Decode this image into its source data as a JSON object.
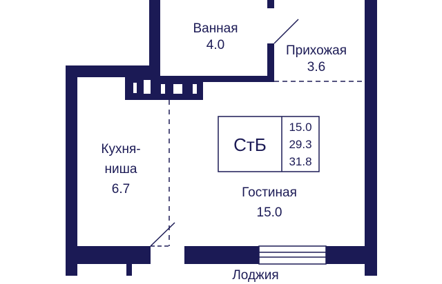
{
  "colors": {
    "wall": "#1b1a55",
    "background": "#ffffff"
  },
  "rooms": [
    {
      "name": "Ванная",
      "area": "4.0"
    },
    {
      "name": "Прихожая",
      "area": "3.6"
    },
    {
      "name": "Кухня-",
      "name2": "ниша",
      "area": "6.7"
    },
    {
      "name": "Гостиная",
      "area": "15.0"
    },
    {
      "name": "Лоджия"
    }
  ],
  "summary": {
    "type": "СтБ",
    "living": "15.0",
    "total_no_loggia": "29.3",
    "total": "31.8"
  }
}
